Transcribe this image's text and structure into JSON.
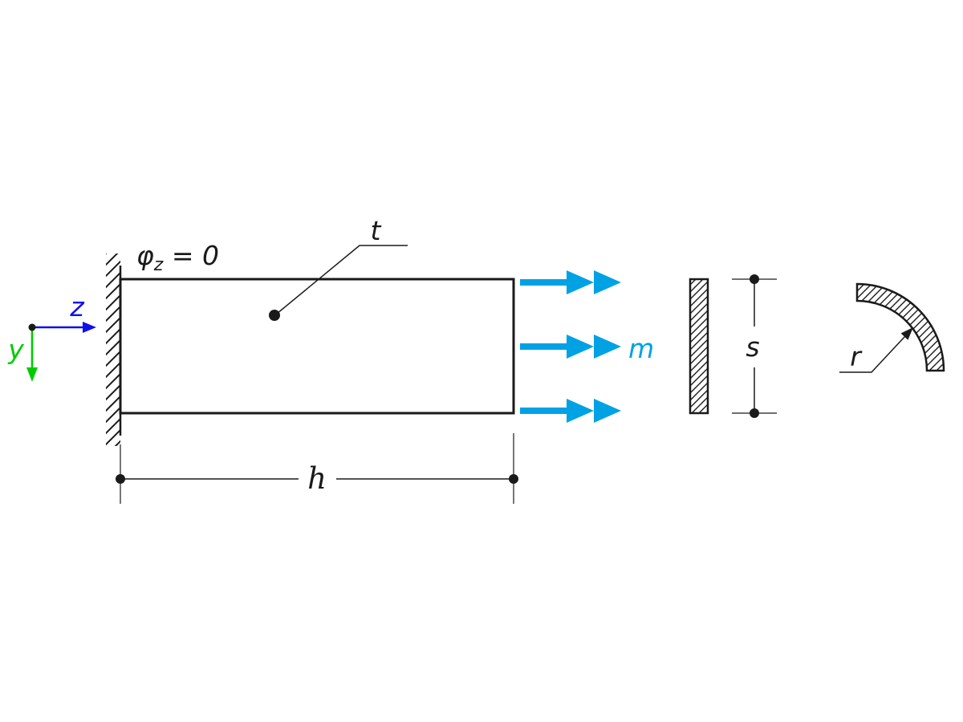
{
  "diagram": {
    "description": "Cantilever strip with fixed left support, distributed torsional moment arrows, and two cross-section views (flat strip and quarter-circle arc)",
    "constraint": {
      "symbol": "φ",
      "subscript": "z",
      "rest": " = 0"
    },
    "labels": {
      "thickness": "t",
      "moment": "m",
      "height": "h",
      "section_depth": "s",
      "radius": "r",
      "axis_z": "z",
      "axis_y": "y"
    },
    "colors": {
      "line": "#1a1a1a",
      "moment_arrow": "#00a2e4",
      "axis_z": "#1010ee",
      "axis_y": "#00cc00",
      "background": "#ffffff"
    }
  }
}
